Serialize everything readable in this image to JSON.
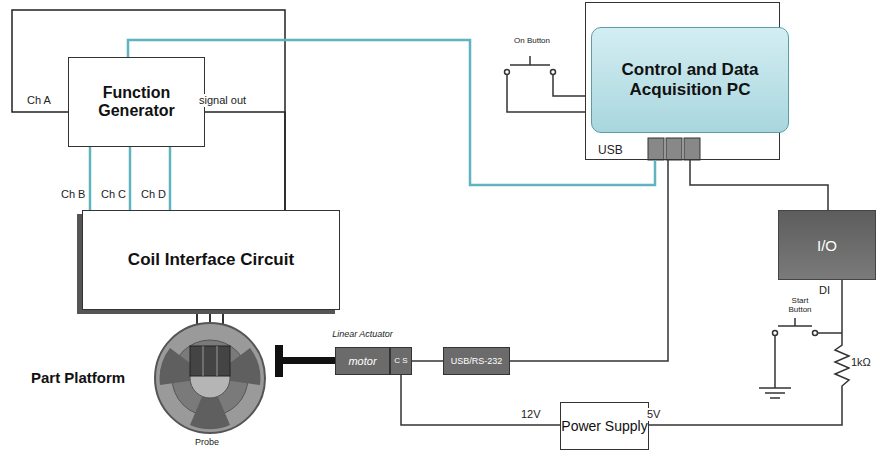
{
  "diagram": {
    "nodes": [
      {
        "text": [
          "Function Generator"
        ]
      },
      {
        "text": [
          "USB"
        ]
      },
      {
        "text": [
          "Control and Data Acquisition PC"
        ],
        "in": 1
      },
      {
        "text": [
          "Coil Interface Circuit"
        ]
      },
      {
        "text": [
          "I/O"
        ]
      },
      {
        "text": [
          "Linear Actuator",
          "motor"
        ]
      },
      {
        "text": [
          "C S"
        ]
      },
      {
        "text": [
          "USB/RS-232"
        ]
      },
      {
        "text": [
          "Power Supply"
        ]
      }
    ],
    "edges": [
      {
        "from": 0,
        "to": 3,
        "arrow": "none"
      },
      {
        "from": 0,
        "to": 3,
        "arrow": "none"
      },
      {
        "from": 0,
        "to": 3,
        "arrow": "none"
      },
      {
        "from": 0,
        "to": 3,
        "arrow": "none"
      },
      {
        "from": 0,
        "to": 3,
        "arrow": "none"
      },
      {
        "from": 0,
        "to": 1,
        "arrow": "none"
      },
      {
        "from": 1,
        "to": 7,
        "arrow": "none"
      },
      {
        "from": 1,
        "to": 4,
        "arrow": "none"
      },
      {
        "from": 7,
        "to": 6,
        "arrow": "none"
      },
      {
        "from": 6,
        "to": 8,
        "arrow": "none"
      }
    ],
    "labels": [
      "Ch A",
      "signal out",
      "Ch B",
      "Ch C",
      "Ch D",
      "On Button",
      "Start Button",
      "DI",
      "1kΩ",
      "12V",
      "5V",
      "Part Platform",
      "Probe"
    ]
  }
}
